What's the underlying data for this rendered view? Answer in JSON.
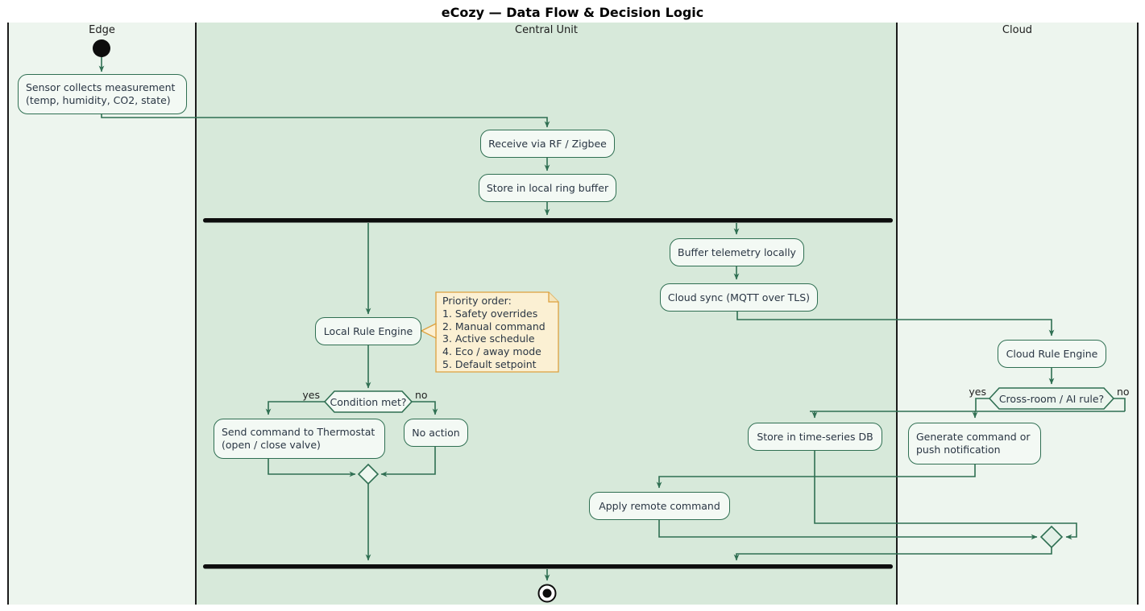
{
  "title": "eCozy — Data Flow & Decision Logic",
  "lanes": {
    "edge": "Edge",
    "central": "Central Unit",
    "cloud": "Cloud"
  },
  "nodes": {
    "sensor_line1": "Sensor collects measurement",
    "sensor_line2": "(temp, humidity, CO2, state)",
    "receive": "Receive via RF / Zigbee",
    "ring_buffer": "Store in local ring buffer",
    "local_rule": "Local Rule Engine",
    "send_line1": "Send command to Thermostat",
    "send_line2": "(open / close valve)",
    "no_action": "No action",
    "buffer_telemetry": "Buffer telemetry locally",
    "cloud_sync": "Cloud sync (MQTT over TLS)",
    "cloud_rule": "Cloud Rule Engine",
    "store_db": "Store in time-series DB",
    "generate_line1": "Generate command or",
    "generate_line2": "push notification",
    "apply_remote": "Apply remote command"
  },
  "decisions": {
    "condition": {
      "question": "Condition met?",
      "yes": "yes",
      "no": "no"
    },
    "crossroom": {
      "question": "Cross-room / AI rule?",
      "yes": "yes",
      "no": "no"
    }
  },
  "note": {
    "lines": [
      "Priority order:",
      "1. Safety overrides",
      "2. Manual command",
      "3. Active schedule",
      "4. Eco / away mode",
      "5. Default setpoint"
    ]
  },
  "colors": {
    "lane_light": "#edf5ee",
    "lane_dark": "#d7e9da",
    "shape_fill": "#f3f9f4",
    "stroke": "#2f6f52",
    "note_fill": "#fbf0d3",
    "note_border": "#dda13e",
    "bar": "#0d0d0d",
    "text": "#2a3644"
  }
}
